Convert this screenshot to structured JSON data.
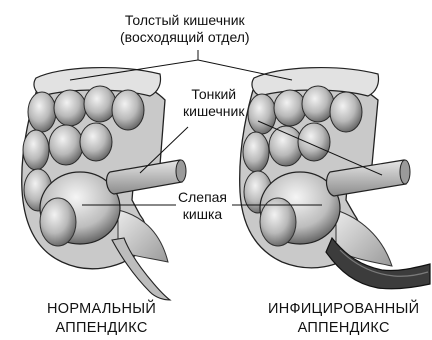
{
  "labels": {
    "colon_line1": "Толстый кишечник",
    "colon_line2": "(восходящий отдел)",
    "small_line1": "Тонкий",
    "small_line2": "кишечник",
    "cecum_line1": "Слепая",
    "cecum_line2": "кишка"
  },
  "captions": {
    "normal_line1": "НОРМАЛЬНЫЙ",
    "normal_line2": "АППЕНДИКС",
    "infected_line1": "ИНФИЦИРОВАННЫЙ",
    "infected_line2": "АППЕНДИКС"
  },
  "colors": {
    "ink": "#111111",
    "tissue_light": "#d4d4d4",
    "tissue_mid": "#a8a8a8",
    "tissue_dark": "#6a6a6a",
    "inflamed": "#3a3a3a"
  }
}
